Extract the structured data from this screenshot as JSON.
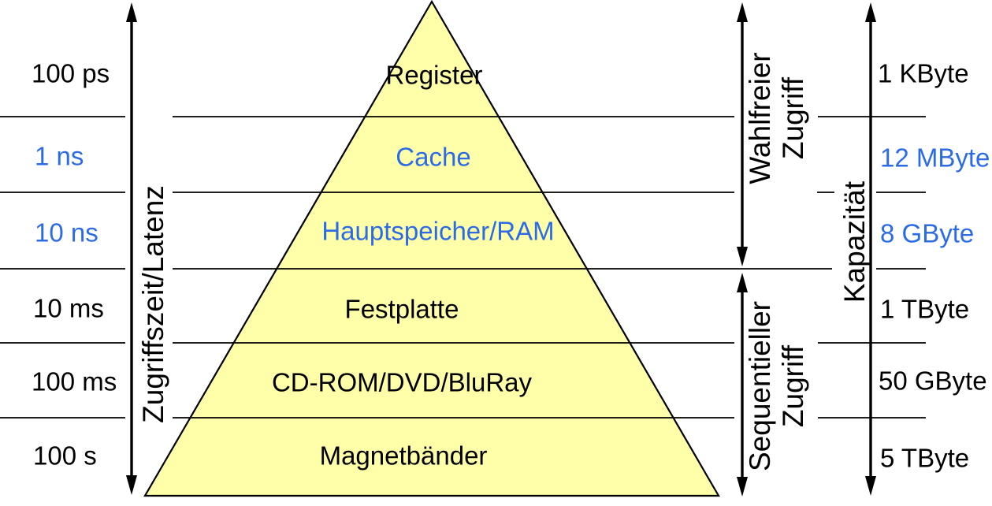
{
  "colors": {
    "pyramid_fill": "#ffffaa",
    "outline": "#000000",
    "highlight_blue": "#2b6ce6"
  },
  "axes": {
    "latency": {
      "label": "Zugriffszeit/Latenz"
    },
    "random_access": {
      "line1": "Wahlfreier",
      "line2": "Zugriff"
    },
    "sequential_access": {
      "line1": "Sequentieller",
      "line2": "Zugriff"
    },
    "capacity": {
      "label": "Kapazität"
    }
  },
  "levels": [
    {
      "name": "Register",
      "latency": "100 ps",
      "capacity": "1 KByte",
      "highlighted": false
    },
    {
      "name": "Cache",
      "latency": "1 ns",
      "capacity": "12 MByte",
      "highlighted": true
    },
    {
      "name": "Hauptspeicher/RAM",
      "latency": "10 ns",
      "capacity": "8 GByte",
      "highlighted": true
    },
    {
      "name": "Festplatte",
      "latency": "10 ms",
      "capacity": "1 TByte",
      "highlighted": false
    },
    {
      "name": "CD-ROM/DVD/BluRay",
      "latency": "100 ms",
      "capacity": "50 GByte",
      "highlighted": false
    },
    {
      "name": "Magnetbänder",
      "latency": "100 s",
      "capacity": "5 TByte",
      "highlighted": false
    }
  ]
}
